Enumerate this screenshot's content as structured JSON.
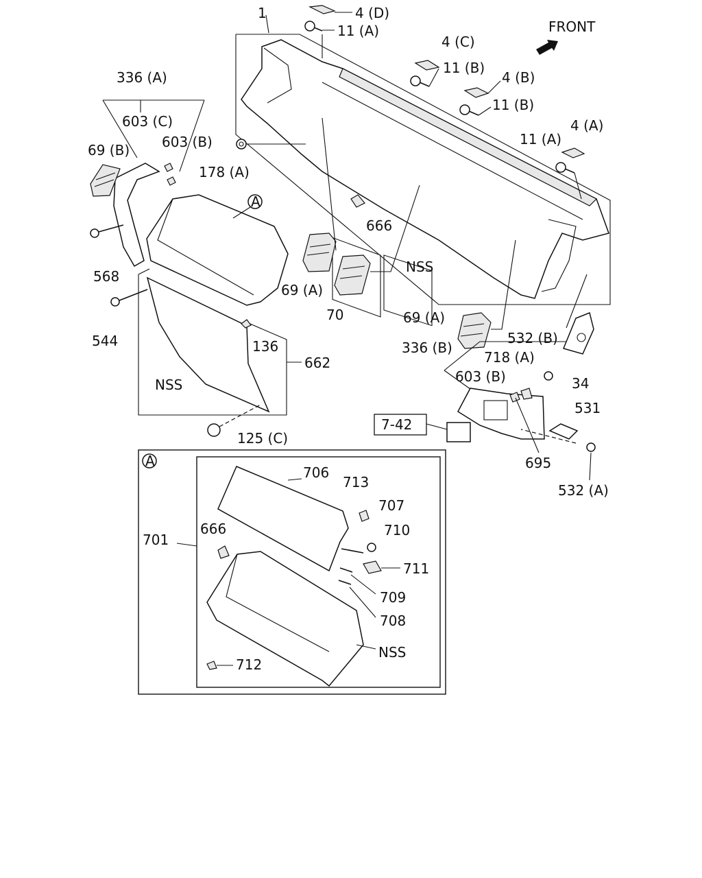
{
  "labels": {
    "front": "FRONT",
    "p1": "1",
    "p4d": "4 (D)",
    "p11a_top": "11 (A)",
    "p4c": "4 (C)",
    "p11b_1": "11 (B)",
    "p4b": "4 (B)",
    "p11b_2": "11 (B)",
    "p11a_right": "11 (A)",
    "p4a": "4 (A)",
    "p336a": "336 (A)",
    "p603c": "603 (C)",
    "p603b_left": "603 (B)",
    "p69b": "69 (B)",
    "p178a": "178 (A)",
    "circleA": "A",
    "p666_top": "666",
    "nss_dash": "NSS",
    "p568": "568",
    "p69a_center": "69 (A)",
    "p70": "70",
    "p544": "544",
    "p136": "136",
    "p662": "662",
    "nss_left": "NSS",
    "p125c": "125 (C)",
    "p69a_right": "69 (A)",
    "p532b": "532 (B)",
    "p336b": "336 (B)",
    "p718a": "718 (A)",
    "p603b_right": "603 (B)",
    "p34": "34",
    "p531": "531",
    "p742": "7-42",
    "p695": "695",
    "p532a": "532 (A)",
    "inset_tag": "A",
    "p706": "706",
    "p713": "713",
    "p707": "707",
    "p701": "701",
    "p666_inset": "666",
    "p710": "710",
    "p711": "711",
    "p709": "709",
    "p708": "708",
    "nss_inset": "NSS",
    "p712": "712"
  }
}
